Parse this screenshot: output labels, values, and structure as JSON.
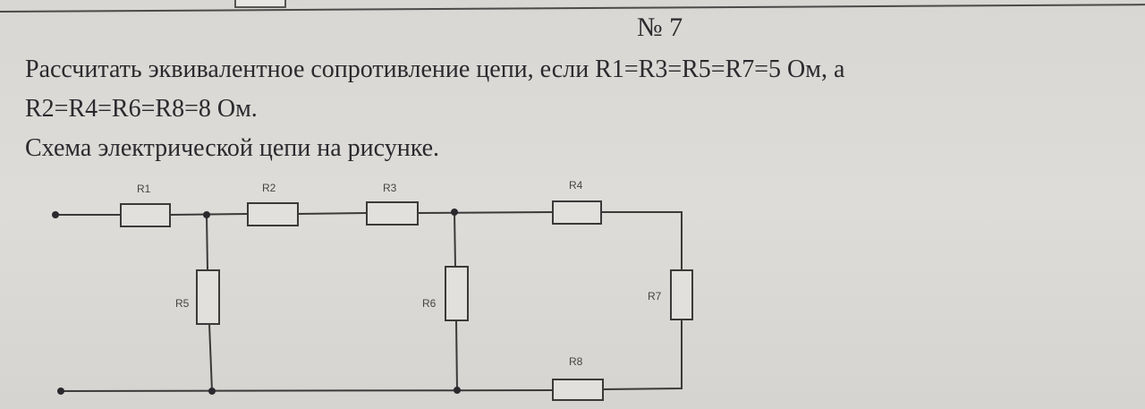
{
  "problem": {
    "number": "№ 7",
    "line1": "Рассчитать эквивалентное сопротивление цепи, если R1=R3=R5=R7=5 Ом, а",
    "line2": "R2=R4=R6=R8=8 Ом.",
    "line3": "Схема электрической цепи на рисунке."
  },
  "circuit": {
    "labels": {
      "r1": "R1",
      "r2": "R2",
      "r3": "R3",
      "r4": "R4",
      "r5": "R5",
      "r6": "R6",
      "r7": "R7",
      "r8": "R8"
    }
  }
}
